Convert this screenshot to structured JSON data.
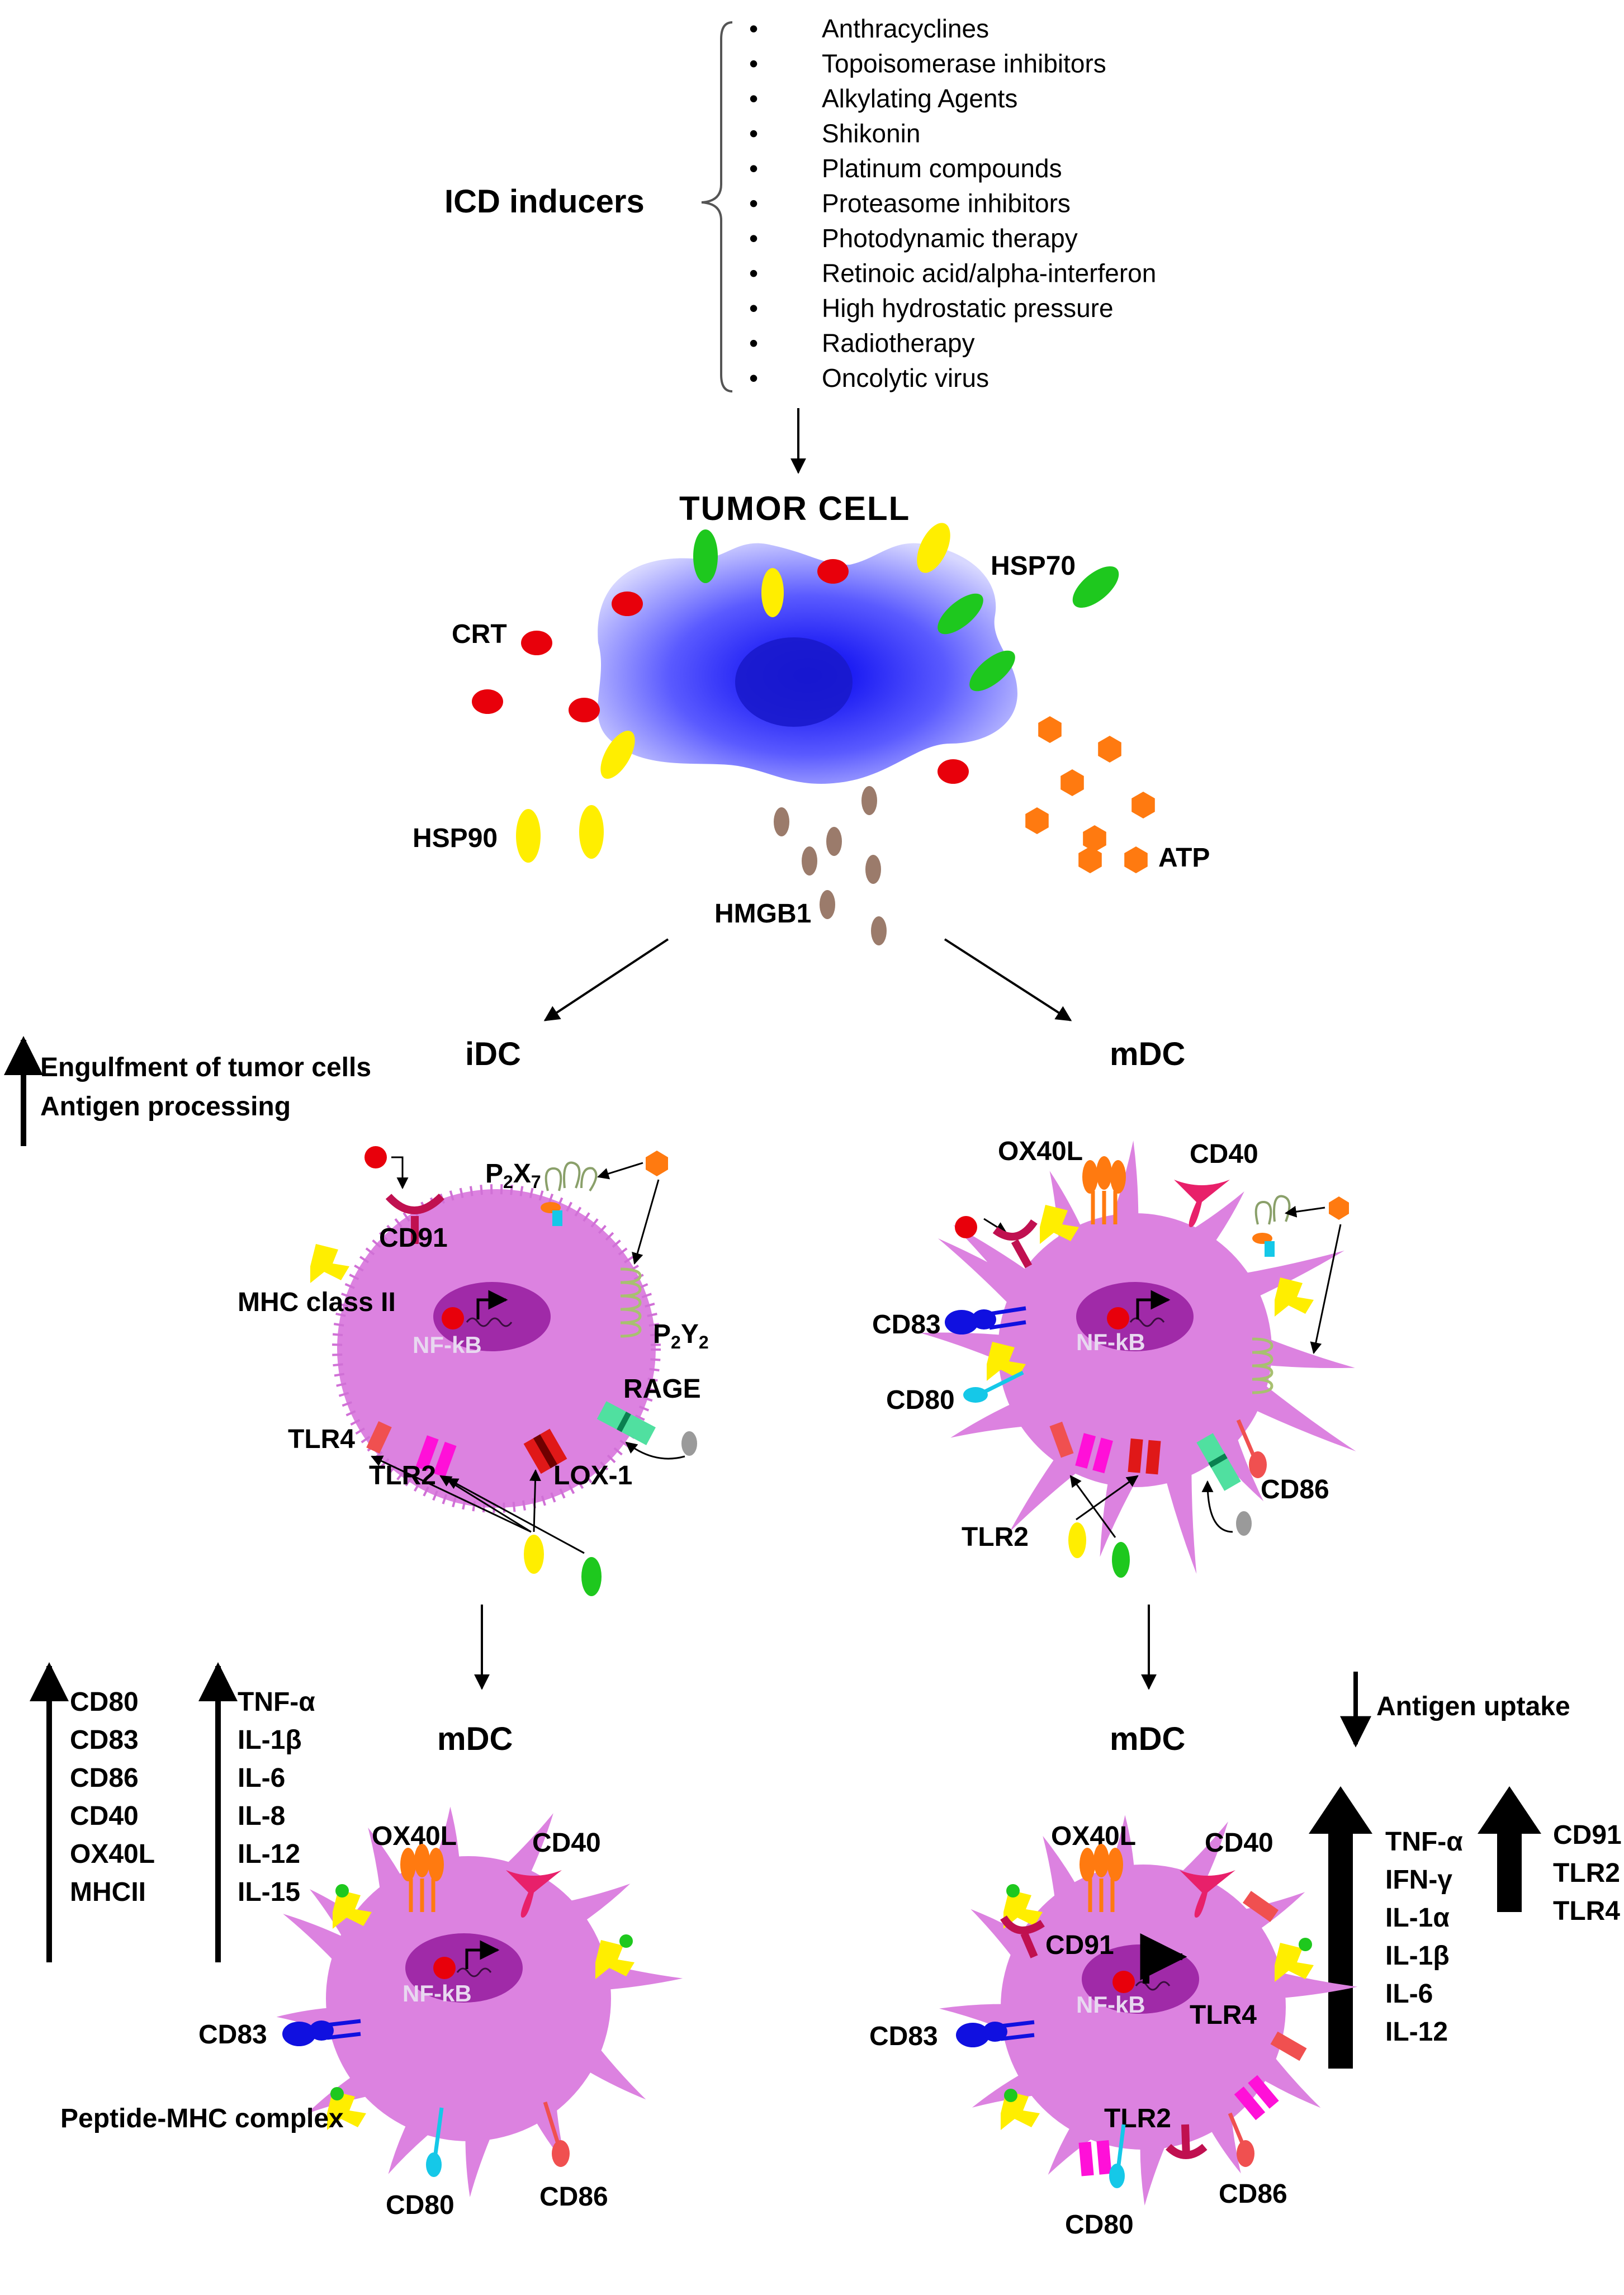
{
  "icd_title": "ICD inducers",
  "inducers": [
    "Anthracyclines",
    "Topoisomerase inhibitors",
    "Alkylating Agents",
    "Shikonin",
    "Platinum compounds",
    "Proteasome inhibitors",
    "Photodynamic therapy",
    "Retinoic acid/alpha-interferon",
    "High hydrostatic pressure",
    "Radiotherapy",
    "Oncolytic virus"
  ],
  "bullet": "•",
  "tumor_title": "TUMOR  CELL",
  "damps": {
    "crt": "CRT",
    "hsp70": "HSP70",
    "hsp90": "HSP90",
    "hmgb1": "HMGB1",
    "atp": "ATP"
  },
  "idc": {
    "title": "iDC",
    "effects": [
      "Engulfment of tumor cells",
      "Antigen processing"
    ],
    "receptors": {
      "cd91": "CD91",
      "p2x7_base": "P",
      "p2x7_sub1": "2",
      "p2x7_mid": "X",
      "p2x7_sub2": "7",
      "mhc2": "MHC class II",
      "p2y2_base": "P",
      "p2y2_sub1": "2",
      "p2y2_mid": "Y",
      "p2y2_sub2": "2",
      "rage": "RAGE",
      "tlr4": "TLR4",
      "tlr2": "TLR2",
      "lox1": "LOX-1"
    },
    "nfkb": "NF-kB"
  },
  "mdc_right": {
    "title": "mDC",
    "receptors": {
      "ox40l": "OX40L",
      "cd40": "CD40",
      "cd83": "CD83",
      "cd80": "CD80",
      "tlr2": "TLR2",
      "cd86": "CD86"
    },
    "nfkb": "NF-kB"
  },
  "mdc_bottom_left": {
    "title": "mDC",
    "markers_up": [
      "CD80",
      "CD83",
      "CD86",
      "CD40",
      "OX40L",
      "MHCII"
    ],
    "cytokines_up": [
      "TNF-α",
      "IL-1β",
      "IL-6",
      "IL-8",
      "IL-12",
      "IL-15"
    ],
    "receptors": {
      "ox40l": "OX40L",
      "cd40": "CD40",
      "cd83": "CD83",
      "pmhc": "Peptide-MHC complex",
      "cd80": "CD80",
      "cd86": "CD86"
    },
    "nfkb": "NF-kB"
  },
  "mdc_bottom_right": {
    "title": "mDC",
    "antigen_down": "Antigen uptake",
    "cytokines_up": [
      "TNF-α",
      "IFN-γ",
      "IL-1α",
      "IL-1β",
      "IL-6",
      "IL-12"
    ],
    "receptors_up": [
      "CD91",
      "TLR2",
      "TLR4"
    ],
    "receptors": {
      "ox40l": "OX40L",
      "cd40": "CD40",
      "cd91": "CD91",
      "cd83": "CD83",
      "tlr4": "TLR4",
      "tlr2": "TLR2",
      "cd80": "CD80",
      "cd86": "CD86"
    },
    "nfkb": "NF-kB"
  },
  "colors": {
    "crt": "#e8000b",
    "hsp70": "#1ec81e",
    "hsp90": "#ffee00",
    "hmgb1": "#9b7b6b",
    "atp": "#ff7a10",
    "dc_body": "#dc82e0",
    "dc_nucleus": "#a02aa8",
    "tumor": "#3a3aff"
  }
}
